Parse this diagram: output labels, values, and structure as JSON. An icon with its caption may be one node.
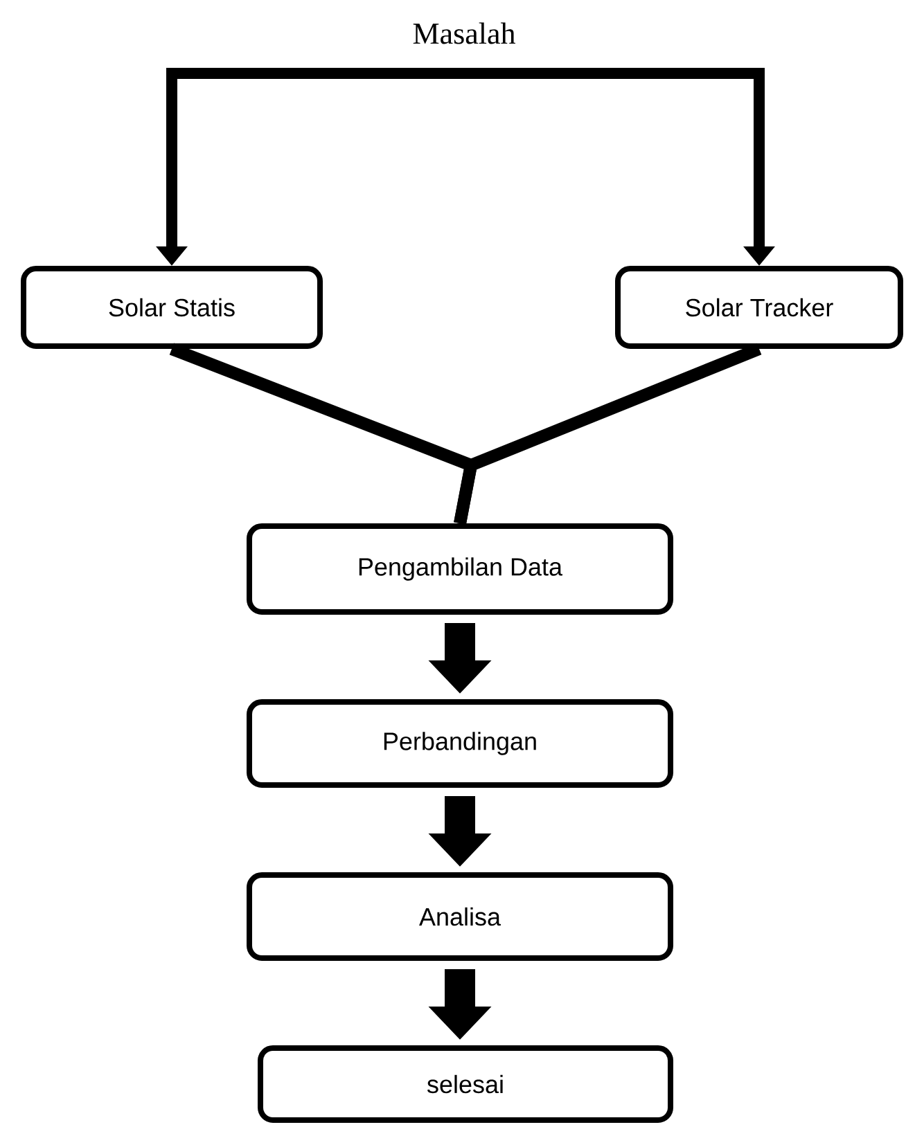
{
  "diagram": {
    "nodes": [
      {
        "text": [
          "Masalah"
        ]
      },
      {
        "text": [
          "Solar Statis"
        ]
      },
      {
        "text": [
          "Solar Tracker"
        ]
      },
      {
        "text": [
          "Pengambilan Data"
        ]
      },
      {
        "text": [
          "Perbandingan"
        ]
      },
      {
        "text": [
          "Analisa"
        ]
      },
      {
        "text": [
          "selesai"
        ]
      }
    ],
    "edges": [
      {
        "from": 0,
        "to": 1,
        "arrow": "to"
      },
      {
        "from": 0,
        "to": 2,
        "arrow": "to"
      },
      {
        "from": 1,
        "to": 3,
        "arrow": "none"
      },
      {
        "from": 2,
        "to": 3,
        "arrow": "none"
      },
      {
        "from": 3,
        "to": 4,
        "arrow": "to",
        "style": "thick"
      },
      {
        "from": 4,
        "to": 5,
        "arrow": "to",
        "style": "thick"
      },
      {
        "from": 5,
        "to": 6,
        "arrow": "to",
        "style": "thick"
      }
    ]
  }
}
